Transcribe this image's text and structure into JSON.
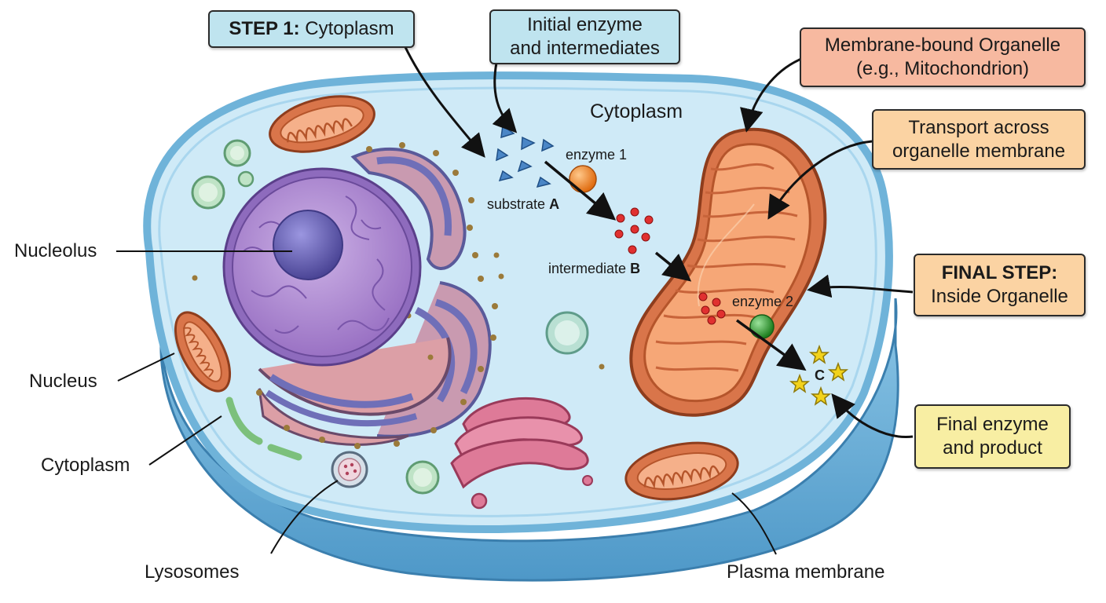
{
  "callouts": {
    "step1": {
      "bold": "STEP 1:",
      "text": "Cytoplasm"
    },
    "initial": {
      "line1": "Initial enzyme",
      "line2": "and intermediates"
    },
    "organelle": {
      "line1": "Membrane-bound Organelle",
      "line2": "(e.g., Mitochondrion)"
    },
    "transport": {
      "line1": "Transport across",
      "line2": "organelle membrane"
    },
    "final_step": {
      "bold": "FINAL STEP:",
      "text": "Inside Organelle"
    },
    "final_enzyme": {
      "line1": "Final enzyme",
      "line2": "and product"
    }
  },
  "labels": {
    "nucleolus": "Nucleolus",
    "nucleus": "Nucleus",
    "cytoplasm_left": "Cytoplasm",
    "lysosomes": "Lysosomes",
    "plasma_membrane": "Plasma membrane",
    "cytoplasm_inside": "Cytoplasm"
  },
  "pathway": {
    "enzyme1": "enzyme 1",
    "substrate_text": "substrate",
    "substrate_letter": "A",
    "intermediate_text": "intermediate",
    "intermediate_letter": "B",
    "enzyme2": "enzyme 2",
    "product_letter": "C"
  },
  "colors": {
    "cytoplasm": "#cfeaf7",
    "membrane": "#6fb3d9",
    "nucleus": "#b48fd0",
    "nucleolus": "#6f67b8",
    "mitochondrion": "#d9754a",
    "enzyme1": "#f08a2c",
    "enzyme2": "#3aa33a",
    "substrate": "#4a86c6",
    "intermediate": "#e03030",
    "product": "#f2d21b",
    "callout_blue": "#bfe4ef",
    "callout_salmon": "#f7b9a0",
    "callout_orange": "#fbd3a3",
    "callout_yellow": "#f8eea3"
  }
}
